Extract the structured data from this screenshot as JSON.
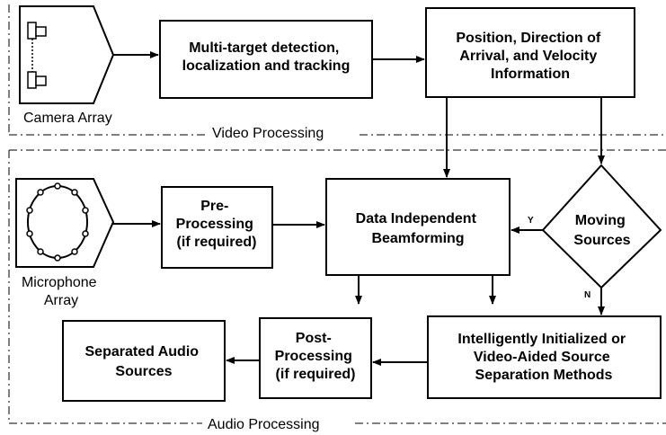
{
  "sections": {
    "video": "Video Processing",
    "audio": "Audio Processing"
  },
  "inputs": {
    "camera": "Camera Array",
    "microphone": [
      "Microphone",
      "Array"
    ]
  },
  "boxes": {
    "detection": [
      "Multi-target detection,",
      "localization and tracking"
    ],
    "position": [
      "Position, Direction of",
      "Arrival, and Velocity",
      "Information"
    ],
    "preprocessing": [
      "Pre-",
      "Processing",
      "(if required)"
    ],
    "beamforming": [
      "Data Independent",
      "Beamforming"
    ],
    "moving": [
      "Moving",
      "Sources"
    ],
    "separation": [
      "Intelligently Initialized   or",
      "Video-Aided Source",
      "Separation Methods"
    ],
    "postprocessing": [
      "Post-",
      "Processing",
      "(if required)"
    ],
    "output": [
      "Separated Audio",
      "Sources"
    ]
  },
  "branches": {
    "yes": "Y",
    "no": "N"
  }
}
